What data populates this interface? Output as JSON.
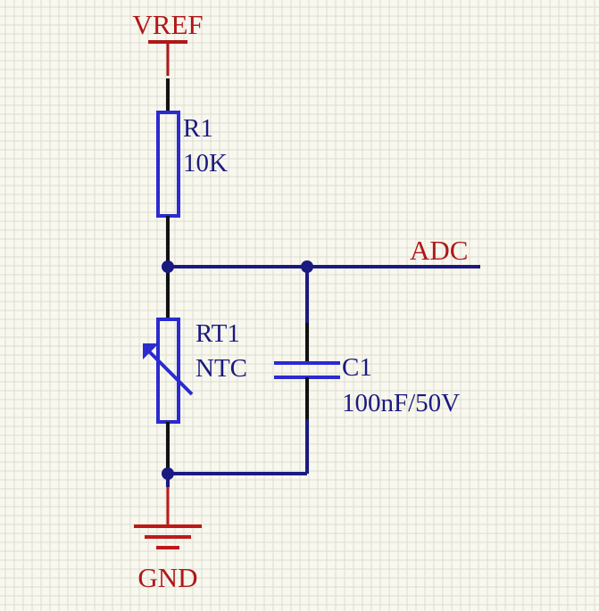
{
  "colors": {
    "background": "#f8f8ef",
    "grid": "#dcdcd0",
    "wire": "#1a1a80",
    "component": "#2b2bd0",
    "black_lead": "#111111",
    "power": "#b01818",
    "ground": "#c01818",
    "part_text": "#1a1a80",
    "port_text": "#b01818",
    "junction": "#1a1a80"
  },
  "power_port": {
    "label": "VREF",
    "icon": "power-bar-icon"
  },
  "ground_port": {
    "label": "GND",
    "icon": "ground-symbol-icon"
  },
  "net_label": {
    "label": "ADC"
  },
  "components": {
    "r1": {
      "designator": "R1",
      "value": "10K",
      "icon": "resistor-icon"
    },
    "rt1": {
      "designator": "RT1",
      "value": "NTC",
      "icon": "thermistor-icon"
    },
    "c1": {
      "designator": "C1",
      "value": "100nF/50V",
      "icon": "capacitor-icon"
    }
  }
}
